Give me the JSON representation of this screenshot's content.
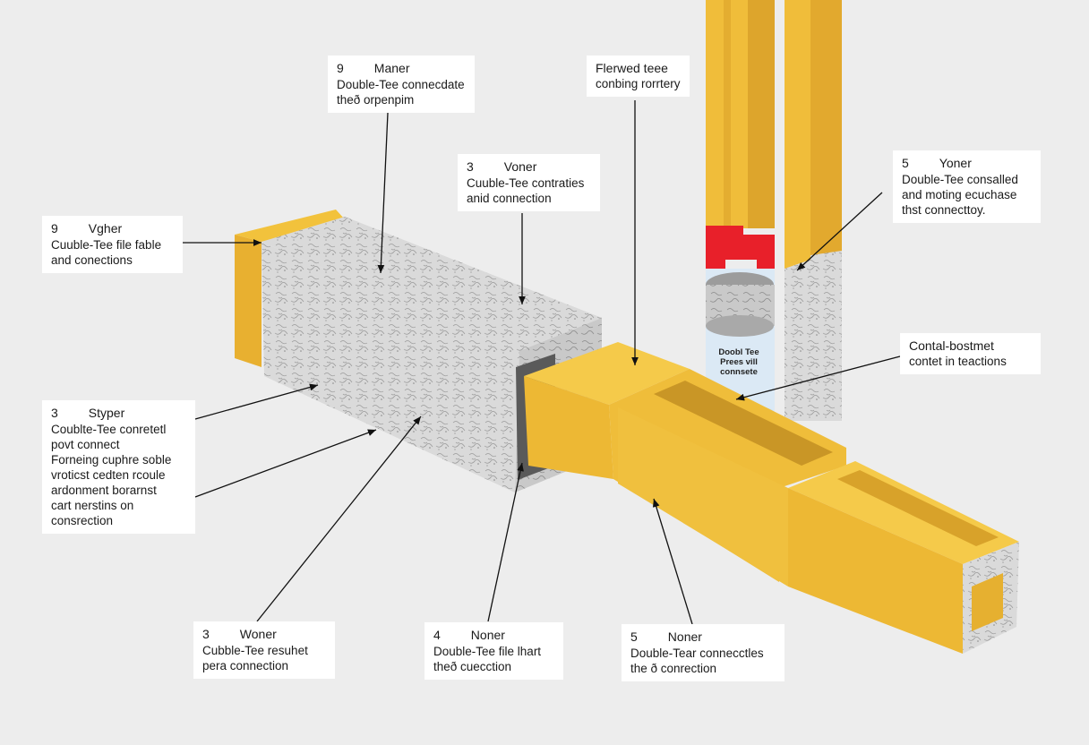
{
  "callouts": [
    {
      "id": "maner",
      "num": "9",
      "title": "Maner",
      "lines": [
        "Double-Tee connecdate",
        "theð orpenpim"
      ]
    },
    {
      "id": "flerwed",
      "num": "",
      "title": "Flerwed teee",
      "lines": [
        "conbing rorrtery"
      ]
    },
    {
      "id": "voner",
      "num": "3",
      "title": "Voner",
      "lines": [
        "Cuuble-Tee contraties",
        "anid connection"
      ]
    },
    {
      "id": "vgher",
      "num": "9",
      "title": "Vgher",
      "lines": [
        "Cuuble-Tee file fable",
        "and conections"
      ]
    },
    {
      "id": "yoner",
      "num": "5",
      "title": "Yoner",
      "lines": [
        "Double-Tee consalled",
        "and moting ecuchase",
        "thst connecttoy."
      ]
    },
    {
      "id": "contal",
      "num": "",
      "title": "Contal-bostmet",
      "lines": [
        "contet in teactions"
      ]
    },
    {
      "id": "styper",
      "num": "3",
      "title": "Styper",
      "lines": [
        "Coublte-Tee conretetl",
        "povt connect",
        "Forneing cuphre soble",
        "vroticst cedten rcoule",
        "ardonment borarnst",
        "cart nerstins on",
        "consrection"
      ]
    },
    {
      "id": "woner",
      "num": "3",
      "title": "Woner",
      "lines": [
        "Cubble-Tee resuhet",
        "pera connection"
      ]
    },
    {
      "id": "noner4",
      "num": "4",
      "title": "Noner",
      "lines": [
        "Double-Tee file lhart",
        "theð cuecction"
      ]
    },
    {
      "id": "noner5",
      "num": "5",
      "title": "Noner",
      "lines": [
        "Double-Tear connecctles",
        "the ð conrection"
      ]
    }
  ],
  "column_label": [
    "Doobl Tee",
    "Prees vill",
    "connsete"
  ],
  "colors": {
    "background": "#ededed",
    "wood": "#f2c23c",
    "wood_dark": "#d9a42a",
    "concrete": "#d6d6d6",
    "red": "#e8202a",
    "glass": "#dbe9f5"
  }
}
